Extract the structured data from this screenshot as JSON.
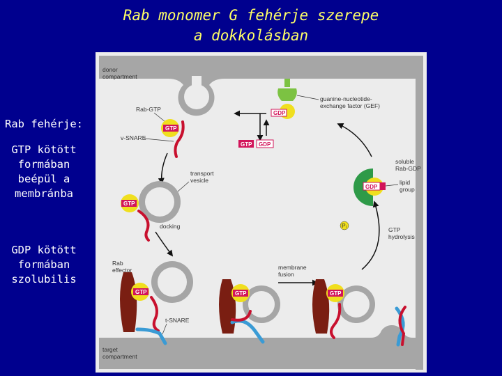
{
  "title": {
    "line1": "Rab monomer G fehérje szerepe",
    "line2": "a dokkolásban"
  },
  "side_notes": {
    "heading": "Rab fehérje:",
    "gtp_bound": [
      "GTP kötött",
      "formában",
      "beépül a",
      "membránba"
    ],
    "gdp_bound": [
      "GDP kötött",
      "formában",
      "szolubilis"
    ]
  },
  "diagram": {
    "donor_compartment": [
      "donor",
      "compartment"
    ],
    "target_compartment": [
      "target",
      "compartment"
    ],
    "rab_gtp": "Rab-GTP",
    "v_snare": "v-SNARE",
    "gef": [
      "guanine-nucleotide-",
      "exchange factor (GEF)"
    ],
    "transport_vesicle": [
      "transport",
      "vesicle"
    ],
    "soluble_rab_gdp": [
      "soluble",
      "Rab-GDP"
    ],
    "lipid_group": [
      "lipid",
      "group"
    ],
    "docking": "docking",
    "pi": "Pᵢ",
    "gtp_hydrolysis": [
      "GTP",
      "hydrolysis"
    ],
    "rab_effector": [
      "Rab",
      "effector"
    ],
    "membrane_fusion": [
      "membrane",
      "fusion"
    ],
    "t_snare": "t-SNARE",
    "gtp_tag": "GTP",
    "gdp_tag": "GDP",
    "colors": {
      "membrane": "#a6a6a6",
      "rab": "#f0df1e",
      "gtp": "#d2145a",
      "gdp": "#d2145a",
      "gef": "#7cc242",
      "effector": "#7a1e12",
      "t_snare": "#3a9bd5",
      "soluble_blob": "#2e9a48"
    }
  }
}
